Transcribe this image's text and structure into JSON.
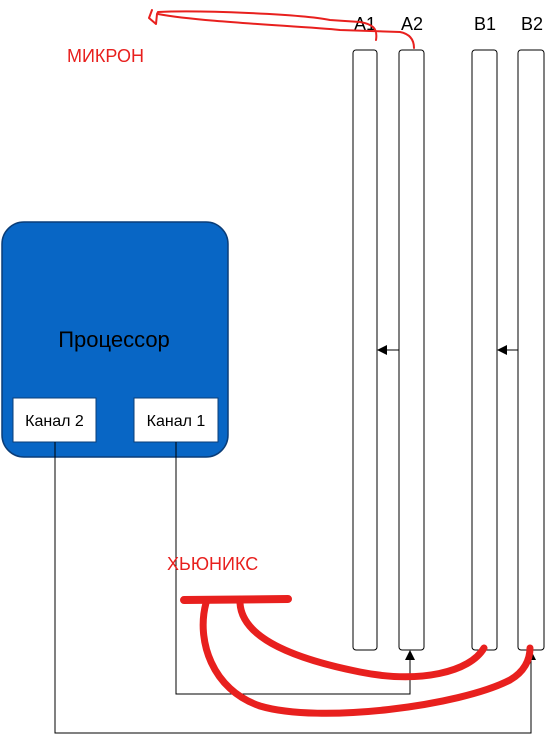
{
  "processor": {
    "title": "Процессор",
    "color": "#0866c5",
    "channels": [
      {
        "label": "Канал 2"
      },
      {
        "label": "Канал 1"
      }
    ]
  },
  "slots": [
    {
      "label": "A1"
    },
    {
      "label": "A2"
    },
    {
      "label": "B1"
    },
    {
      "label": "B2"
    }
  ],
  "annotations": {
    "top_brand": "МИКРОН",
    "bottom_brand": "ХЬЮНИКС",
    "color": "#e8201e"
  }
}
